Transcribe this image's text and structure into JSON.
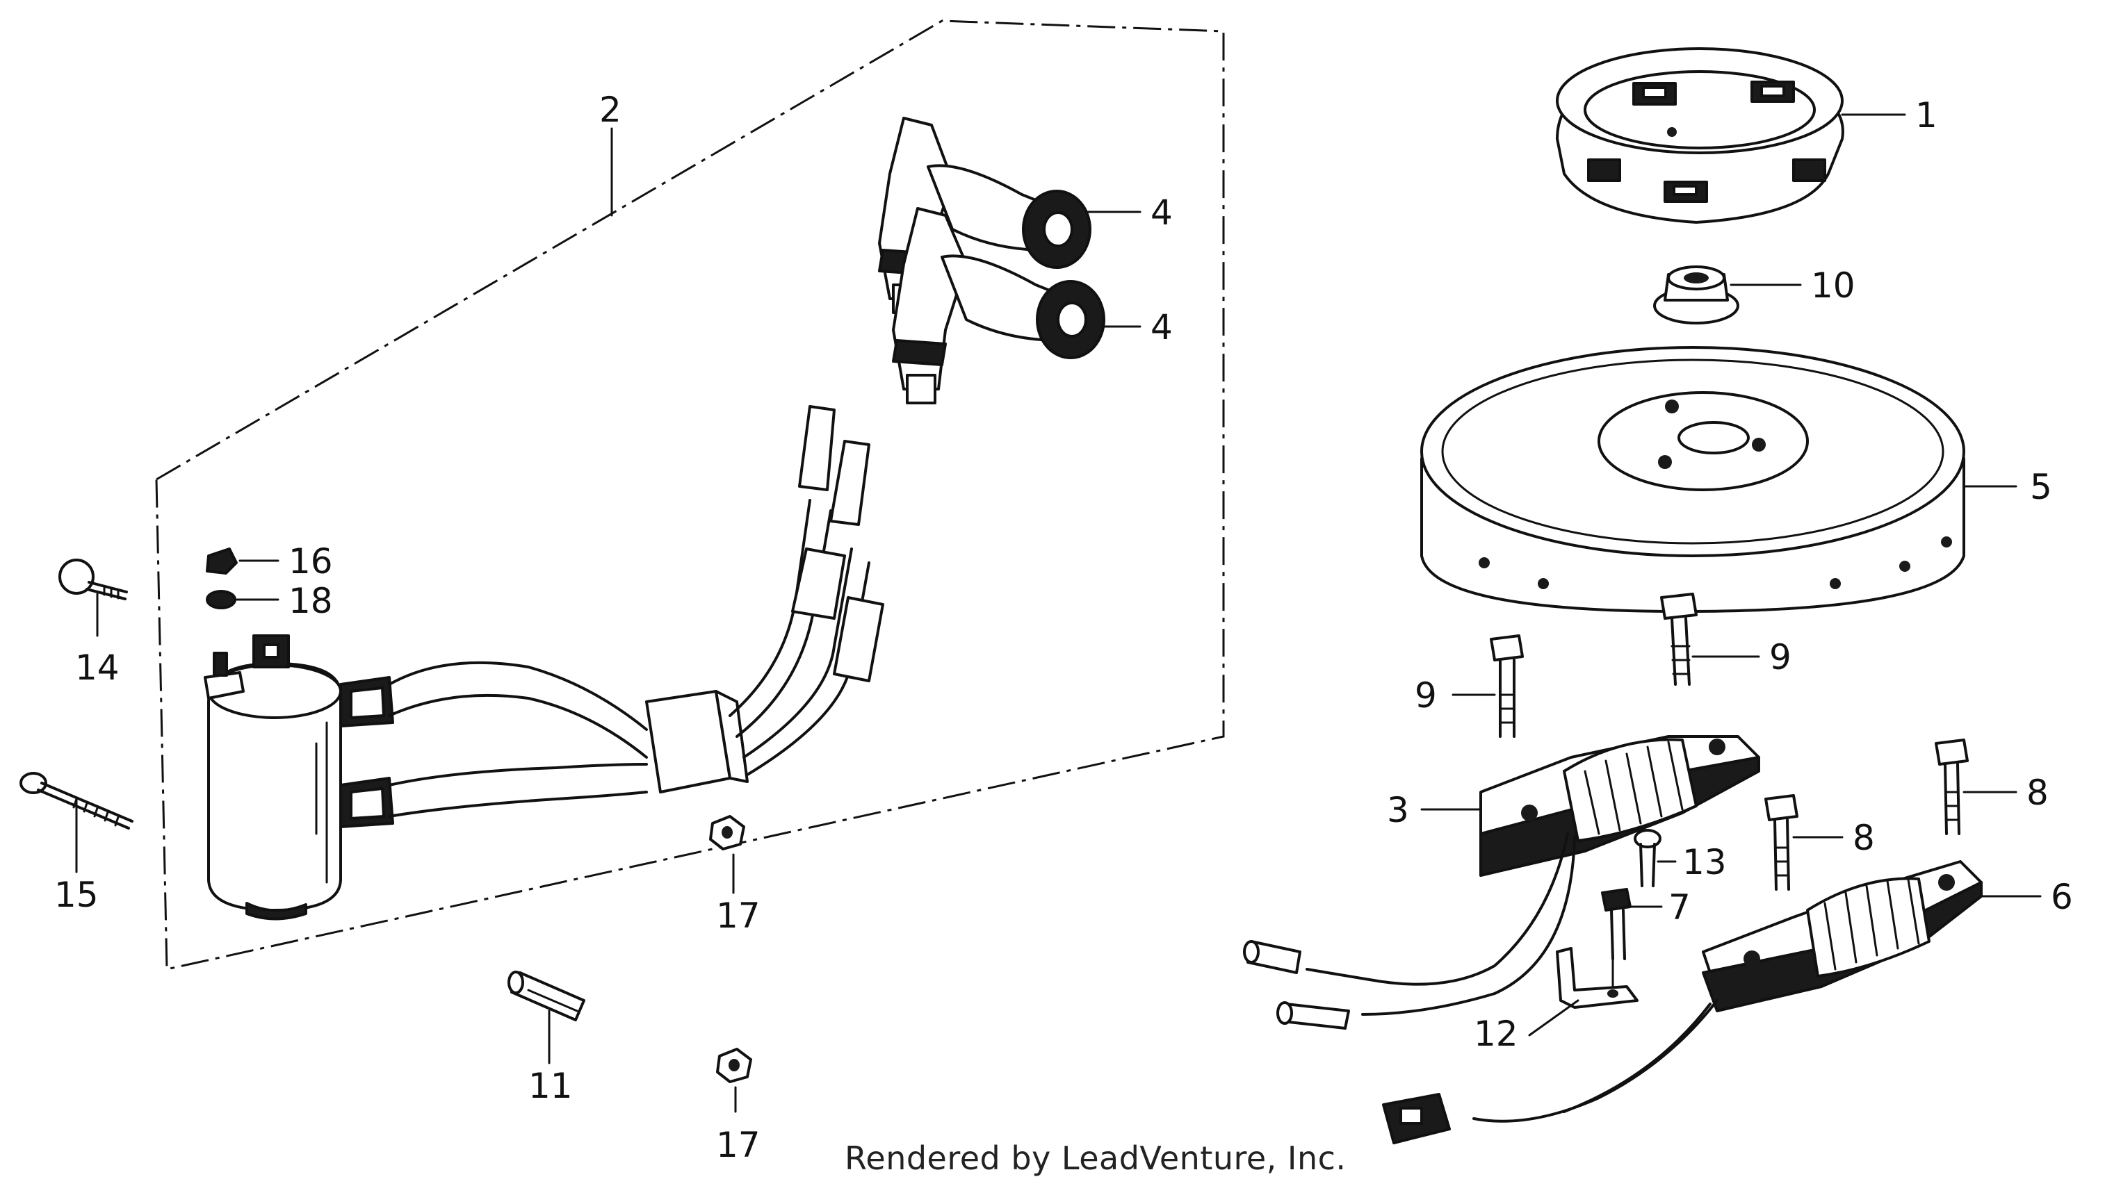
{
  "credit": "Rendered by LeadVenture, Inc.",
  "callouts": [
    {
      "id": "1",
      "text": "1"
    },
    {
      "id": "2",
      "text": "2"
    },
    {
      "id": "3",
      "text": "3"
    },
    {
      "id": "4a",
      "text": "4"
    },
    {
      "id": "4b",
      "text": "4"
    },
    {
      "id": "5",
      "text": "5"
    },
    {
      "id": "6",
      "text": "6"
    },
    {
      "id": "7",
      "text": "7"
    },
    {
      "id": "8a",
      "text": "8"
    },
    {
      "id": "8b",
      "text": "8"
    },
    {
      "id": "9a",
      "text": "9"
    },
    {
      "id": "9b",
      "text": "9"
    },
    {
      "id": "10",
      "text": "10"
    },
    {
      "id": "11",
      "text": "11"
    },
    {
      "id": "12",
      "text": "12"
    },
    {
      "id": "13",
      "text": "13"
    },
    {
      "id": "14",
      "text": "14"
    },
    {
      "id": "15",
      "text": "15"
    },
    {
      "id": "16",
      "text": "16"
    },
    {
      "id": "17a",
      "text": "17"
    },
    {
      "id": "17b",
      "text": "17"
    },
    {
      "id": "18",
      "text": "18"
    }
  ]
}
